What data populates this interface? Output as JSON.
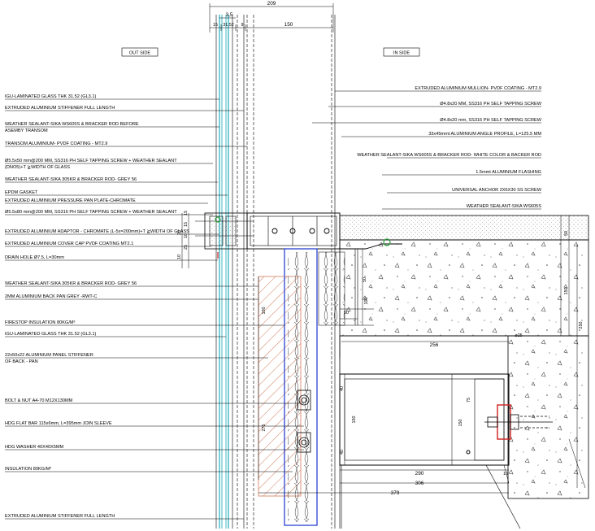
{
  "header": {
    "outside_label": "OUT SIDE",
    "inside_label": "IN SIDE"
  },
  "left_callouts": [
    "IGU-LAMINATED GLASS THK 31.52 (GL3.1)",
    "EXTRUDED ALUMINIUM STIFFENER FULL LENGTH",
    "WEATHER SEALANT-SIKA WS605S & BRACKER ROD  BEFORE",
    "ASEMBY TRANSOM",
    "TRANSOM ALUMINIUM- PVDF COATING - MT2.9",
    "Ø5.5x50 mm@200 MM, SS316 PH SELF TAPPING SCREW + WEATHER SEALANT",
    "(DNO5)+T ≧WIDTH OF GLASS",
    "WEATHER SEALANT-SIKA 305KR & BRACKER ROD- GREY 56",
    "EPDM GASKET",
    "EXTRUDED ALUMINIUM PRESSURE PAN PLATE-CHROMATE",
    "Ø5.5x80 mm@200 MM, SS316 PH SELF TAPPING SCREW + WEATHER SEALANT",
    "EXTRUDED ALUMINIUM ADAPTOR - CHROMATE (L-5x=200mm)+T ≧WIDTH OF GLASS",
    "EXTRUDED ALUMINIUM COVER CAP PVDF COATING MT2.1",
    "DRAIN HOLE Ø7.5, L=30mm",
    "WEATHER SEALANT-SIKA 305KR & BRACKER ROD- GREY 56",
    "2MM ALUMINIUM BACK PAN GREY -RWT-C",
    "FIRESTOP INSULATION 80KG/M³",
    "IGU-LAMINATED GLASS THK 31.52 (GL3.1)",
    "22x50x22 ALUMINIUM PANEL STIFFENER",
    "OF BACK - PAN",
    "BOLT & NUT A4-70 M12X130MM",
    "HDG FLAT BAR 115x6mm, L=395mm JOIN SLEEVE",
    "HDG WASHER 40X40X5MM",
    "INSULATION 80KG/M³",
    "EXTRUDED ALUMINIUM STIFFENER FULL LENGTH"
  ],
  "right_callouts": [
    "EXTRUDED ALUMINIUM MULLION- PVDF COATING - MT2.9",
    "Ø4.8x20 MM, SS316 PH SELF TAPPING SCREW",
    "Ø4.8x20  mm, SS316 PH SELF TAPPING SCREW",
    "33x45mmt ALUMINIUM ANGLE PROFILE, L=125.5 MM",
    "WEATHER SEALANT-SIKA WS605S & BRACKER ROD- WHITE COLOR & BACKER ROD",
    "1.5mmt  ALUMINIUM FLASHING",
    "UNIVERSAL ANCHOR 2X6X30 SS SCREW",
    "WEATHER SEALANT-SIKA WS605S"
  ],
  "dimensions": {
    "top": [
      "209",
      "3,5",
      "15",
      "31,52",
      "9",
      "150"
    ],
    "vertical_left": [
      "15",
      "15",
      "10",
      "25",
      "20",
      "10",
      "100",
      "275",
      "40",
      "150",
      "40"
    ],
    "vertical_right": [
      "50",
      "150",
      "250",
      "150",
      "75"
    ],
    "horizontal_mid": [
      "50",
      "100",
      "50",
      "256",
      "290",
      "306",
      "10",
      "379"
    ],
    "anchor": "ø25"
  },
  "colors": {
    "ink": "#000000",
    "glass_cyan": "#3fb8c4",
    "fire_hatch": "#d07a5a",
    "insulation_blue": "#3a4fd6",
    "sealant_green": "#2a9a3a",
    "red_accent": "#d02020"
  }
}
